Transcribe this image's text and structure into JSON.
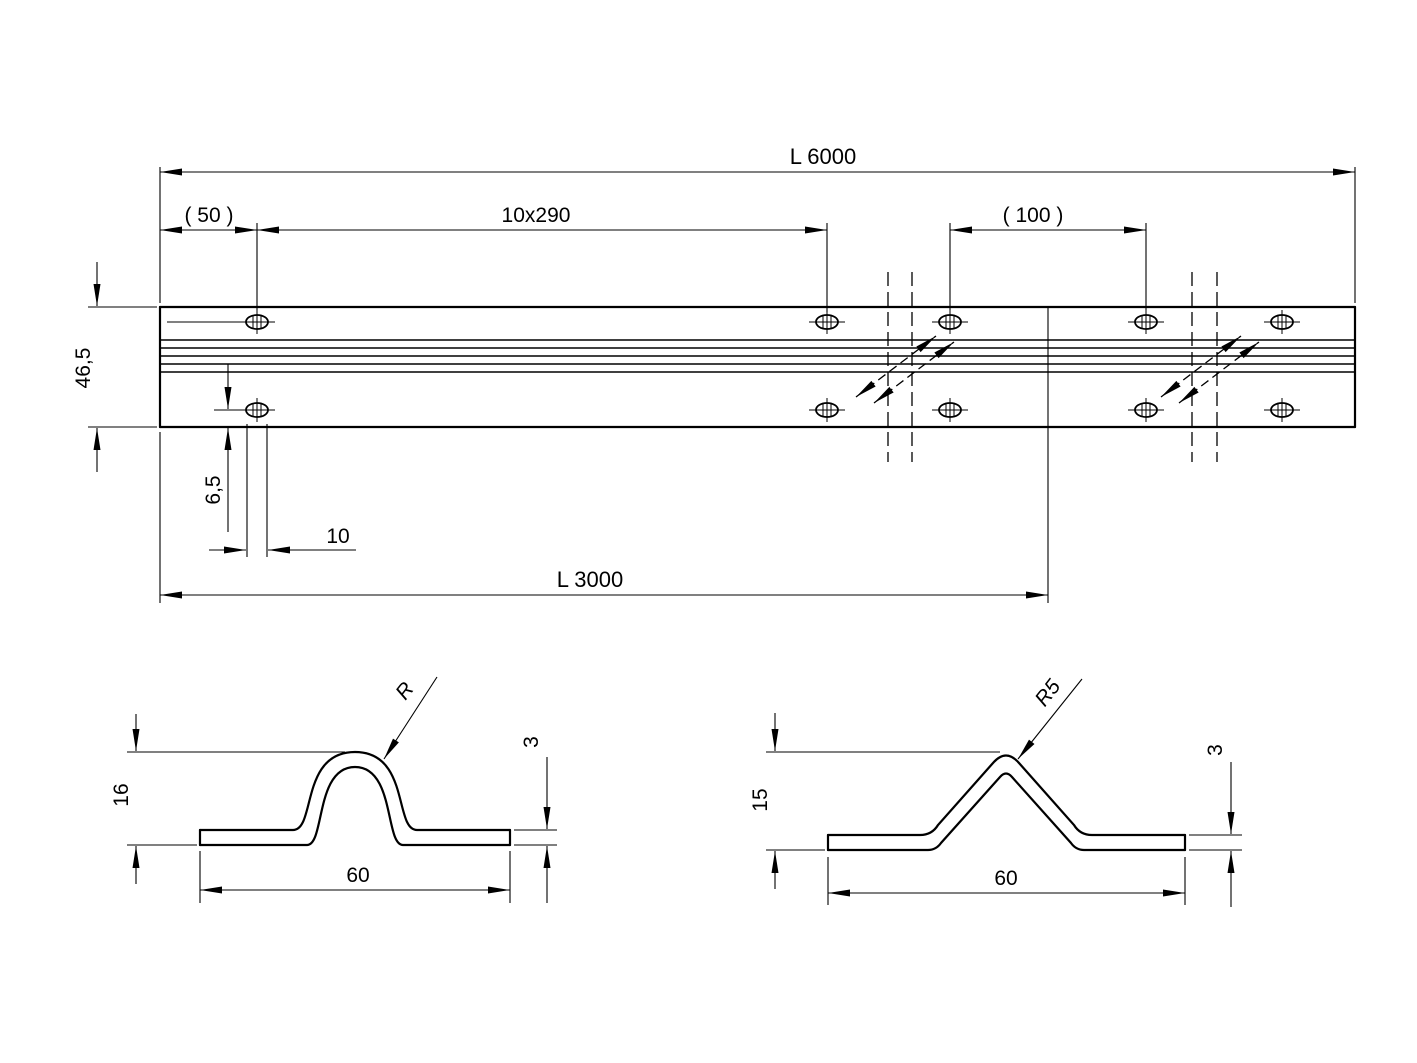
{
  "drawing": {
    "background": "#ffffff",
    "line_color": "#000000",
    "rail": {
      "dim_total": "L 6000",
      "dim_offset": "( 50 )",
      "dim_pitch": "10x290",
      "dim_splice": "( 100 )",
      "dim_width": "46,5",
      "dim_hole_edge": "6,5",
      "dim_slot": "10",
      "dim_half": "L 3000"
    },
    "section_left": {
      "dim_height": "16",
      "dim_radius": "R",
      "dim_thickness": "3",
      "dim_width": "60"
    },
    "section_right": {
      "dim_height": "15",
      "dim_radius": "R5",
      "dim_thickness": "3",
      "dim_width": "60"
    }
  }
}
